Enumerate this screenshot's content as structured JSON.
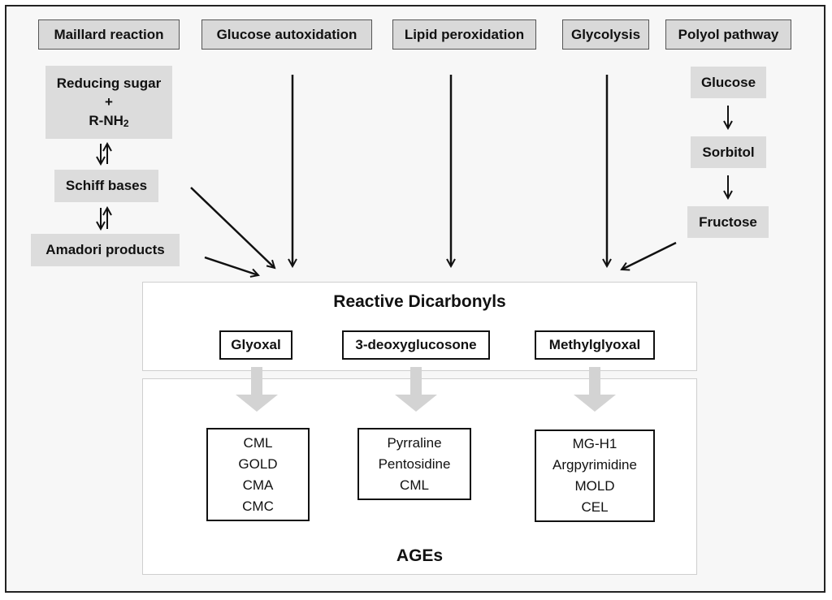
{
  "sources": {
    "maillard": "Maillard reaction",
    "glucose_autoxidation": "Glucose autoxidation",
    "lipid_peroxidation": "Lipid peroxidation",
    "glycolysis": "Glycolysis",
    "polyol": "Polyol pathway"
  },
  "maillard_steps": {
    "reducing_sugar": "Reducing sugar",
    "plus": "+",
    "amine": "R-NH",
    "amine_subscript": "2",
    "schiff": "Schiff bases",
    "amadori": "Amadori products"
  },
  "polyol_steps": [
    "Glucose",
    "Sorbitol",
    "Fructose"
  ],
  "dicarbonyls": {
    "title": "Reactive Dicarbonyls",
    "items": [
      "Glyoxal",
      "3-deoxyglucosone",
      "Methylglyoxal"
    ]
  },
  "ages": {
    "title": "AGEs",
    "groups": [
      [
        "CML",
        "GOLD",
        "CMA",
        "CMC"
      ],
      [
        "Pyrraline",
        "Pentosidine",
        "CML"
      ],
      [
        "MG-H1",
        "Argpyrimidine",
        "MOLD",
        "CEL"
      ]
    ]
  }
}
